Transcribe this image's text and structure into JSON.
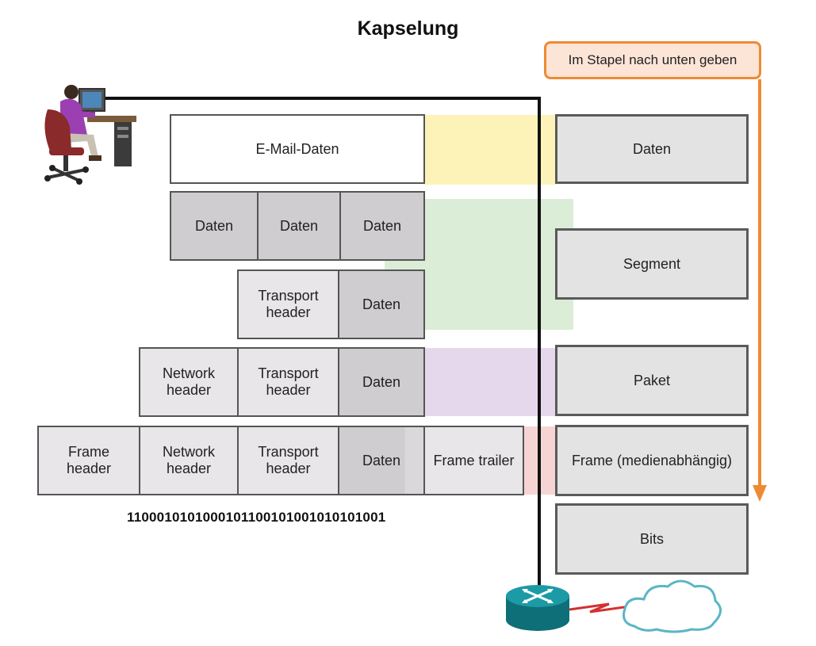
{
  "title": "Kapselung",
  "direction_label": "Im Stapel nach unten geben",
  "colors": {
    "accent_orange": "#ef8a34",
    "band_yellow": "#fdf3b9",
    "band_green": "#dbecd7",
    "band_purple": "#e6d8ec",
    "band_pink": "#f7d4d4"
  },
  "rows": {
    "email": {
      "data": "E-Mail-Daten"
    },
    "split": {
      "data1": "Daten",
      "data2": "Daten",
      "data3": "Daten"
    },
    "segment": {
      "transport": "Transport header",
      "data": "Daten"
    },
    "packet": {
      "network": "Network header",
      "transport": "Transport header",
      "data": "Daten"
    },
    "frame": {
      "frame_header": "Frame header",
      "network": "Network header",
      "transport": "Transport header",
      "data": "Daten",
      "trailer": "Frame trailer"
    }
  },
  "bits": "11000101010001011001010010101010 01",
  "bits_text": "1100010101000101100101001010101001",
  "stack": [
    "Daten",
    "Segment",
    "Paket",
    "Frame (medienabhängig)",
    "Bits"
  ],
  "icons": [
    "user-at-computer-icon",
    "router-icon",
    "wan-link-icon",
    "cloud-icon"
  ]
}
